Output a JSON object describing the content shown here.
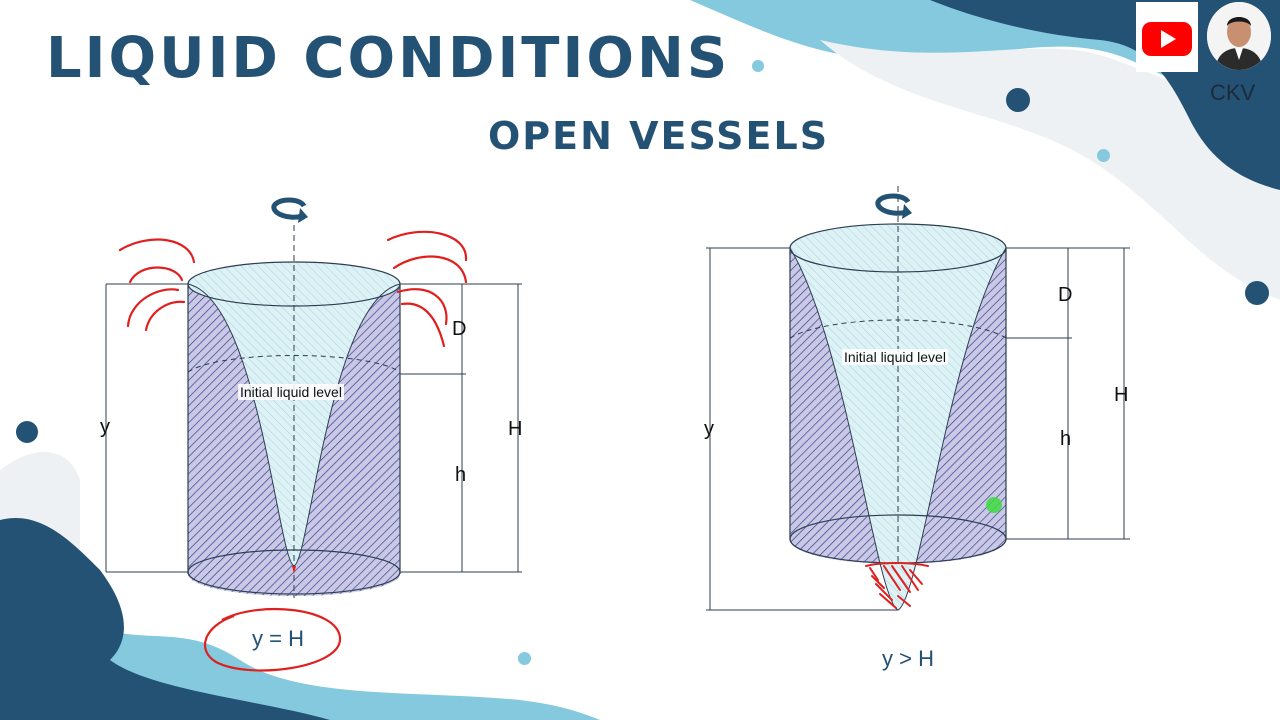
{
  "header": {
    "title": "LIQUID CONDITIONS",
    "subtitle": "OPEN VESSELS"
  },
  "channel": {
    "author": "CKV",
    "youtube_icon": "youtube-play-icon"
  },
  "left_figure": {
    "dim_y": "y",
    "dim_D": "D",
    "dim_h": "h",
    "dim_H": "H",
    "initial_level_label": "Initial liquid level",
    "condition": "y = H"
  },
  "right_figure": {
    "dim_y": "y",
    "dim_D": "D",
    "dim_h": "h",
    "dim_H": "H",
    "initial_level_label": "Initial liquid level",
    "condition": "y > H"
  },
  "colors": {
    "primary_dark": "#245274",
    "accent_light": "#85C9DE",
    "pale_gray": "#EEF1F3",
    "annotation_red": "#E0201E",
    "vessel_hatch": "#3D3D8F"
  }
}
